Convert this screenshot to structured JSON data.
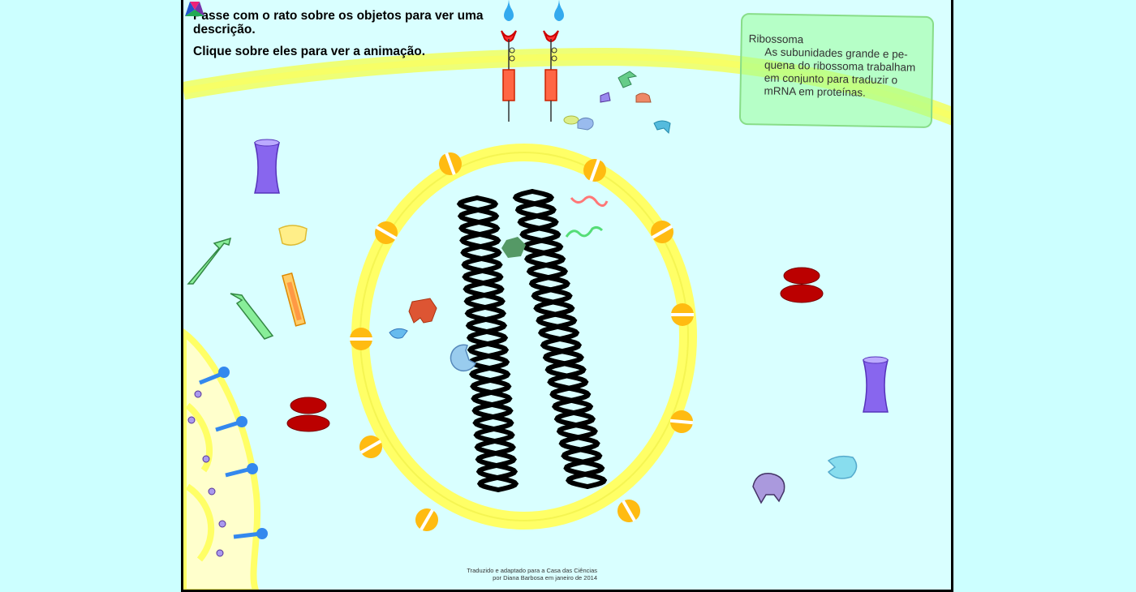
{
  "instructions": {
    "line1": "Passe com o rato sobre os objetos para ver uma descrição.",
    "line2": "Clique sobre eles para ver a animação."
  },
  "tooltip": {
    "title": "Ribossoma",
    "description": "As subunidades grande e pe-quena do ribossoma trabalham em conjunto para traduzir o mRNA em proteínas."
  },
  "credit": {
    "line1": "Traduzido e adaptado para a Casa das Ciências",
    "line2": "por Diana Barbosa em janeiro de 2014"
  },
  "colors": {
    "background": "#ccffff",
    "cytoplasm": "#d9ffff",
    "membrane": "#ffff66",
    "nuclear_envelope": "#ffff66",
    "nuclear_pore": "#ffbb00",
    "chromosome": "#000000",
    "ribosome": "#cc0000",
    "tooltip_bg": "#99ff99"
  }
}
